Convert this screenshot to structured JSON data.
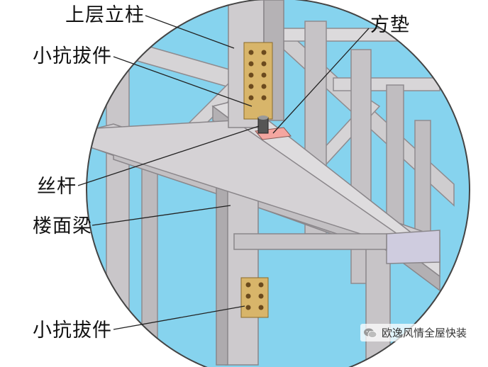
{
  "labels": {
    "upper_stud": "上层立柱",
    "small_tiedown_top": "小抗拔件",
    "square_washer": "方垫",
    "threaded_rod": "丝杆",
    "floor_joist": "楼面梁",
    "small_tiedown_bottom": "小抗拔件"
  },
  "watermark": {
    "text": "欧逸风情全屋快装",
    "icon": "wechat-icon"
  },
  "colors": {
    "steel": "#c9c6c9",
    "steel_dark": "#9e9a9e",
    "steel_light": "#e6e4e6",
    "sky": "#86d3ee",
    "plate": "#d8b56a",
    "plate_hole": "#6b4a1e",
    "washer": "#f4a6a0"
  }
}
